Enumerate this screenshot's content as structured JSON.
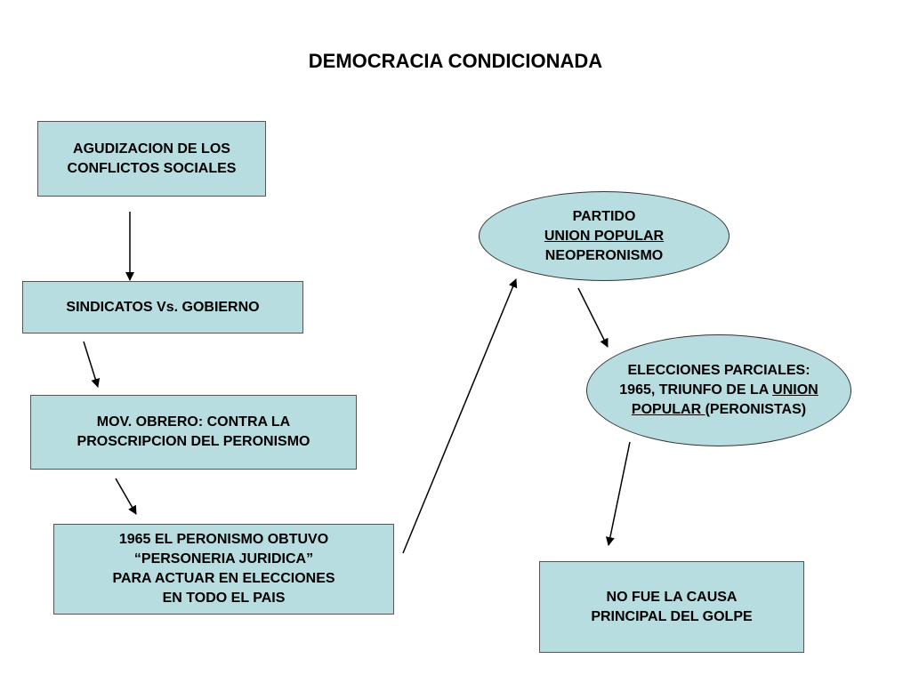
{
  "title": "DEMOCRACIA CONDICIONADA",
  "colors": {
    "fill": "#b7dde0",
    "border": "#555555",
    "arrow": "#000000"
  },
  "nodes": {
    "agudizacion": {
      "lines": [
        "AGUDIZACION DE LOS",
        "CONFLICTOS SOCIALES"
      ]
    },
    "sindicatos": {
      "lines": [
        "SINDICATOS Vs. GOBIERNO"
      ]
    },
    "mov_obrero": {
      "lines": [
        "MOV. OBRERO: CONTRA LA",
        "PROSCRIPCION DEL PERONISMO"
      ]
    },
    "personeria": {
      "lines": [
        "1965 EL PERONISMO OBTUVO",
        "“PERSONERIA JURIDICA”",
        "PARA ACTUAR EN ELECCIONES",
        "EN TODO EL PAIS"
      ]
    },
    "partido": {
      "line1": "PARTIDO",
      "line2": "UNION POPULAR",
      "line3": "NEOPERONISMO"
    },
    "elecciones": {
      "line1": "ELECCIONES PARCIALES:",
      "line2_pre": "1965, TRIUNFO DE LA ",
      "line2_union": "UNION",
      "line3_popular": "POPULAR ",
      "line3_post": "(PERONISTAS)"
    },
    "no_fue": {
      "lines": [
        "NO FUE LA CAUSA",
        "PRINCIPAL DEL GOLPE"
      ]
    }
  }
}
